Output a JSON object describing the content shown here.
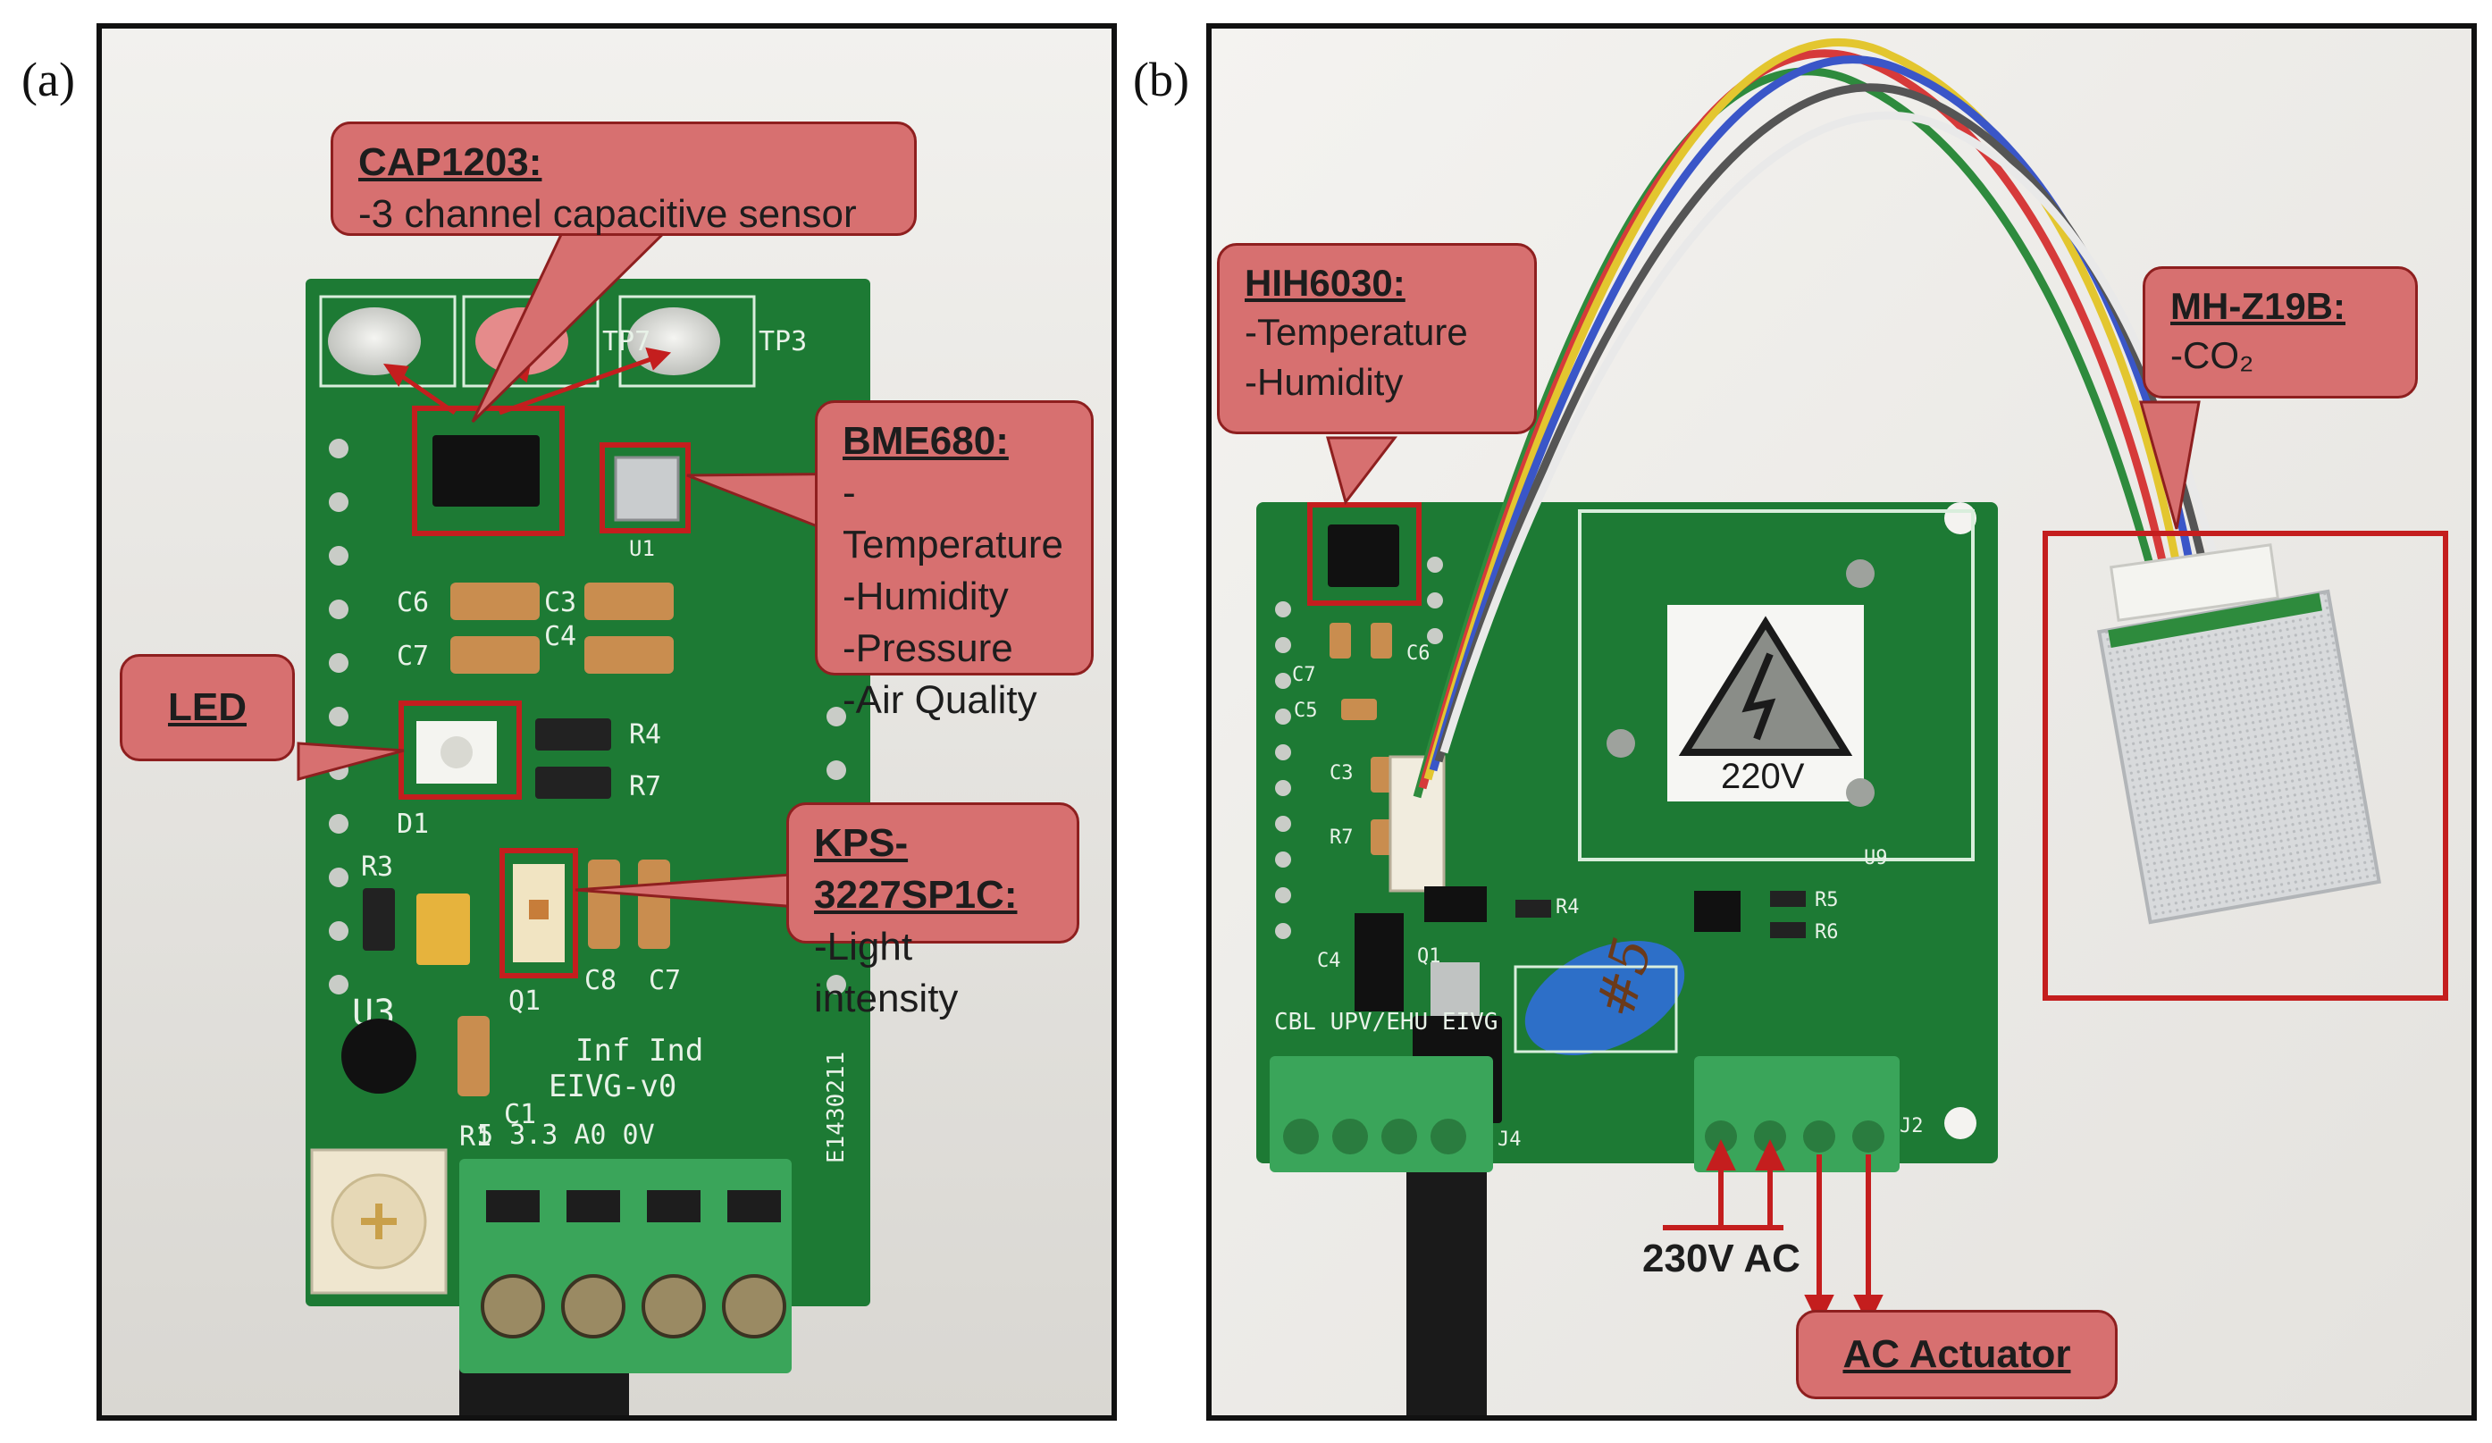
{
  "panels": {
    "a": {
      "label": "(a)",
      "board_text": {
        "cap_labels": [
          "C6",
          "C3",
          "C4",
          "C7"
        ],
        "r4": "R4",
        "r7": "R7",
        "d1": "D1",
        "r3": "R3",
        "u3": "U3",
        "q1": "Q1",
        "c8": "C8",
        "c7b": "C7",
        "c1": "C1",
        "r1": "R1",
        "tp7": "TP7",
        "tp3": "TP3",
        "u1": "U1",
        "line1": "Inf Ind",
        "line2": "EIVG-v0",
        "pins": "5  3.3  A0  0V",
        "side_code": "E1430211"
      },
      "callouts": {
        "cap1203": {
          "title": "CAP1203:",
          "lines": [
            "-3 channel capacitive sensor"
          ]
        },
        "bme680": {
          "title": "BME680:",
          "lines": [
            "-Temperature",
            "-Humidity",
            "-Pressure",
            "-Air Quality"
          ]
        },
        "led": {
          "title": "LED",
          "lines": []
        },
        "kps": {
          "title": "KPS-3227SP1C:",
          "lines": [
            "-Light intensity"
          ]
        }
      }
    },
    "b": {
      "label": "(b)",
      "board_text": {
        "warning": "220V",
        "header": "CBL  UPV/EHU  EIVG",
        "c6": "C6",
        "c7": "C7",
        "c5": "C5",
        "c3": "C3",
        "r7": "R7",
        "c4": "C4",
        "q1": "Q1",
        "r4": "R4",
        "r5": "R5",
        "r6": "R6",
        "u9": "U9",
        "j4": "J4",
        "j2": "J2",
        "handwritten": "#5"
      },
      "callouts": {
        "hih6030": {
          "title": "HIH6030:",
          "lines": [
            "-Temperature",
            "-Humidity"
          ]
        },
        "mhz19b": {
          "title": "MH-Z19B:",
          "lines": [
            "-CO₂"
          ]
        },
        "actuator": {
          "title": "AC Actuator",
          "lines": []
        }
      },
      "annotation_230v": "230V AC"
    }
  },
  "colors": {
    "callout_fill": "#d77070",
    "callout_border": "#8e1f1f",
    "highlight": "#c41e1e",
    "pcb_green": "#1d7a34",
    "terminal_green": "#3aa55a"
  }
}
